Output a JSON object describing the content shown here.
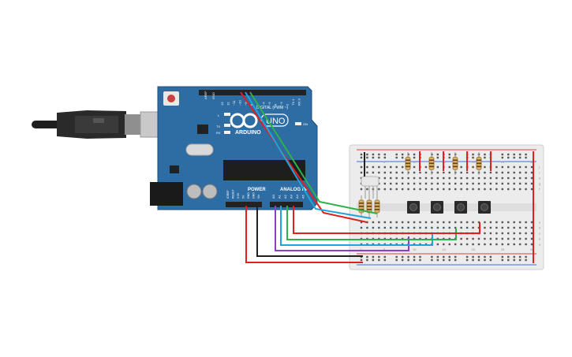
{
  "board": {
    "brand": "ARDUINO",
    "model": "UNO",
    "digital_label": "DIGITAL (PWM ~)",
    "power_label": "POWER",
    "analog_label": "ANALOG IN",
    "aref_label": "AREF",
    "gnd_label": "GND",
    "pins_top": [
      "13",
      "12",
      "~11",
      "~10",
      "~9",
      "8",
      "7",
      "~6",
      "~5",
      "4",
      "~3",
      "2",
      "TX 1",
      "RX 0"
    ],
    "power_pins": [
      "IOREF",
      "RESET",
      "3.3V",
      "5V",
      "GND",
      "GND",
      "Vin"
    ],
    "analog_pins": [
      "A0",
      "A1",
      "A2",
      "A3",
      "A4",
      "A5"
    ],
    "led_labels": [
      "L",
      "TX",
      "RX",
      "ON"
    ]
  },
  "breadboard": {
    "column_numbers": [
      "1",
      "5",
      "10",
      "15",
      "20",
      "25",
      "30"
    ],
    "row_letters_top": [
      "j",
      "i",
      "h",
      "g",
      "f"
    ],
    "row_letters_bottom": [
      "e",
      "d",
      "c",
      "b",
      "a"
    ]
  },
  "colors": {
    "board": "#2e6da4",
    "wire_red": "#e02020",
    "wire_green": "#2db24a",
    "wire_blue": "#1fa5d9",
    "wire_purple": "#8a3ec9",
    "wire_black": "#202020"
  }
}
